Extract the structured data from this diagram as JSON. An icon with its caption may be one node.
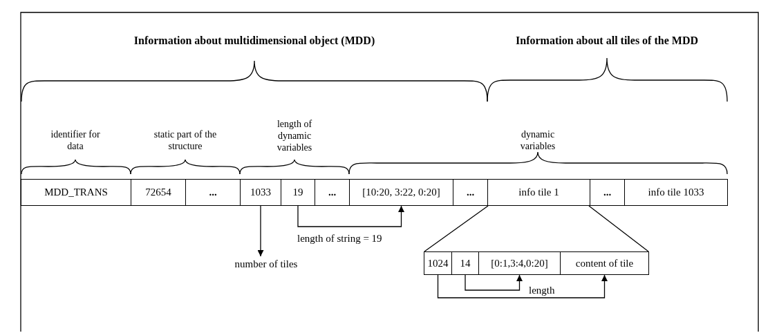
{
  "diagram": {
    "nodes": [
      {
        "text": [
          "MDD_TRANS"
        ]
      },
      {
        "text": [
          "72654"
        ]
      },
      {
        "text": [
          "..."
        ]
      },
      {
        "text": [
          "1033"
        ]
      },
      {
        "text": [
          "19"
        ]
      },
      {
        "text": [
          "..."
        ]
      },
      {
        "text": [
          "[10:20, 3:22, 0:20]"
        ]
      },
      {
        "text": [
          "..."
        ]
      },
      {
        "text": [
          "info tile 1"
        ]
      },
      {
        "text": [
          "..."
        ]
      },
      {
        "text": [
          "info tile 1033"
        ]
      },
      {
        "text": [
          "number of tiles"
        ]
      },
      {
        "text": [
          "1024"
        ]
      },
      {
        "text": [
          "14"
        ]
      },
      {
        "text": [
          "[0:1,3:4,0:20]"
        ]
      },
      {
        "text": [
          "content of tile"
        ]
      }
    ],
    "edges": [
      {
        "from": 3,
        "to": 11,
        "arrow": "to"
      },
      {
        "from": 4,
        "to": 6,
        "arrow": "to",
        "label": "length of string = 19"
      },
      {
        "from": 13,
        "to": 14,
        "arrow": "to"
      },
      {
        "from": 12,
        "to": 15,
        "arrow": "to",
        "label": "length"
      }
    ],
    "labels": [
      "Information about multidimensional object (MDD)",
      "Information about all tiles of the MDD",
      "identifier for data",
      "static part of the structure",
      "length of dynamic variables",
      "dynamic variables"
    ]
  }
}
